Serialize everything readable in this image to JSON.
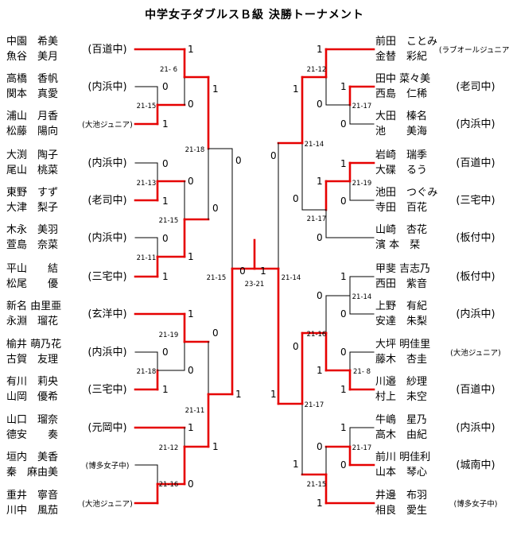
{
  "title": "中学女子ダブルスＢ級 決勝トーナメント",
  "left": {
    "pairs": [
      {
        "p1": "中園　希美",
        "p2": "魚谷　美月",
        "team": "(百道中)",
        "small": false
      },
      {
        "p1": "高橋　香帆",
        "p2": "関本　真愛",
        "team": "(内浜中)",
        "small": false
      },
      {
        "p1": "浦山　月香",
        "p2": "松藤　陽向",
        "team": "(大池ジュニア)",
        "small": true
      },
      {
        "p1": "大渕　陶子",
        "p2": "尾山　桃菜",
        "team": "(内浜中)",
        "small": false
      },
      {
        "p1": "東野　すず",
        "p2": "大津　梨子",
        "team": "(老司中)",
        "small": false
      },
      {
        "p1": "木永　美羽",
        "p2": "萱島　奈菜",
        "team": "(内浜中)",
        "small": false
      },
      {
        "p1": "平山　　結",
        "p2": "松尾　　優",
        "team": "(三宅中)",
        "small": false
      },
      {
        "p1": "新名 由里亜",
        "p2": "永淵　瑠花",
        "team": "(玄洋中)",
        "small": false
      },
      {
        "p1": "榆井 萌乃花",
        "p2": "古賀　友理",
        "team": "(内浜中)",
        "small": false
      },
      {
        "p1": "有川　莉央",
        "p2": "山岡　優希",
        "team": "(三宅中)",
        "small": false
      },
      {
        "p1": "山口　瑠奈",
        "p2": "德安　　奏",
        "team": "(元岡中)",
        "small": false
      },
      {
        "p1": "垣内　美香",
        "p2": "秦　麻由美",
        "team": "(博多女子中)",
        "small": true
      },
      {
        "p1": "重井　寧音",
        "p2": "川中　風茄",
        "team": "(大池ジュニア)",
        "small": true
      }
    ]
  },
  "right": {
    "pairs": [
      {
        "p1": "前田　ことみ",
        "p2": "金替　彩紀",
        "team": "(ラブオールジュニア)",
        "small": true
      },
      {
        "p1": "田中 菜々美",
        "p2": "西島　仁稀",
        "team": "(老司中)",
        "small": false
      },
      {
        "p1": "大田　榛名",
        "p2": "池　　美海",
        "team": "(内浜中)",
        "small": false
      },
      {
        "p1": "岩崎　瑞季",
        "p2": "大碟　るう",
        "team": "(百道中)",
        "small": false
      },
      {
        "p1": "池田　つぐみ",
        "p2": "寺田　百花",
        "team": "(三宅中)",
        "small": false
      },
      {
        "p1": "山崎　杏花",
        "p2": "濱 本　栞",
        "team": "(板付中)",
        "small": false
      },
      {
        "p1": "甲斐 吉志乃",
        "p2": "西田　紫音",
        "team": "(板付中)",
        "small": false
      },
      {
        "p1": "上野　有紀",
        "p2": "安達　朱梨",
        "team": "(内浜中)",
        "small": false
      },
      {
        "p1": "大坪 明佳里",
        "p2": "藤木　杏圭",
        "team": "(大池ジュニア)",
        "small": true
      },
      {
        "p1": "川邉　紗理",
        "p2": "村上　未空",
        "team": "(百道中)",
        "small": false
      },
      {
        "p1": "牛嶋　星乃",
        "p2": "高木　由紀",
        "team": "(内浜中)",
        "small": false
      },
      {
        "p1": "前川 明佳利",
        "p2": "山本　琴心",
        "team": "(城南中)",
        "small": false
      },
      {
        "p1": "井邊　布羽",
        "p2": "相良　愛生",
        "team": "(博多女子中)",
        "small": true
      }
    ]
  },
  "left_matches": [
    {
      "score": "21- 6",
      "a": "1",
      "b": "0"
    },
    {
      "score": "21-15",
      "a": "0",
      "b": "1"
    },
    {
      "score": "21-13",
      "a": "0",
      "b": "1"
    },
    {
      "score": "21-11",
      "a": "0",
      "b": "1"
    },
    {
      "score": "21-15",
      "a": "0",
      "b": "1"
    },
    {
      "score": "21-18",
      "a": "1",
      "b": "0"
    },
    {
      "score": "21-19",
      "a": "1",
      "b": "0"
    },
    {
      "score": "21-18",
      "a": "0",
      "b": "1"
    },
    {
      "score": "21-12",
      "a": "1",
      "b": "0"
    },
    {
      "score": "21-11",
      "a": "0",
      "b": "1"
    },
    {
      "score": "21-16",
      "a": "0",
      "b": "1"
    },
    {
      "score": "21-15",
      "a": "0",
      "b": "1"
    }
  ],
  "right_matches": [
    {
      "score": "21-12",
      "a": "1",
      "b": "0"
    },
    {
      "score": "21-17",
      "a": "1",
      "b": "0"
    },
    {
      "score": "21-19",
      "a": "1",
      "b": "0"
    },
    {
      "score": "21-17",
      "a": "1",
      "b": "0"
    },
    {
      "score": "21-14",
      "a": "1",
      "b": "0"
    },
    {
      "score": "21-14",
      "a": "1",
      "b": "0"
    },
    {
      "score": "21-16",
      "a": "0",
      "b": "1"
    },
    {
      "score": "21- 8",
      "a": "0",
      "b": "1"
    },
    {
      "score": "21-17",
      "a": "0",
      "b": "1"
    },
    {
      "score": "21-15",
      "a": "0",
      "b": "1"
    },
    {
      "score": "21-17",
      "a": "1",
      "b": "0"
    },
    {
      "score": "21-14",
      "a": "0",
      "b": "1"
    }
  ],
  "final": {
    "score": "23-21",
    "left": "0",
    "right": "1"
  },
  "colors": {
    "winner_line": "#e60000",
    "line": "#000000"
  }
}
